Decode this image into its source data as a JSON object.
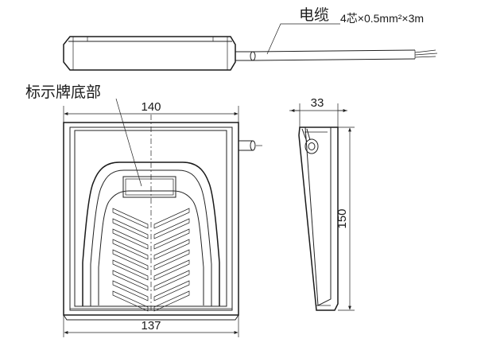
{
  "labels": {
    "cable": "电缆",
    "cable_spec": "4芯×0.5mm²×3m",
    "display_plate": "标示牌底部"
  },
  "dimensions": {
    "top_width": "140",
    "bottom_width": "137",
    "depth": "33",
    "height": "150"
  },
  "colors": {
    "line": "#222222",
    "background": "#ffffff"
  }
}
